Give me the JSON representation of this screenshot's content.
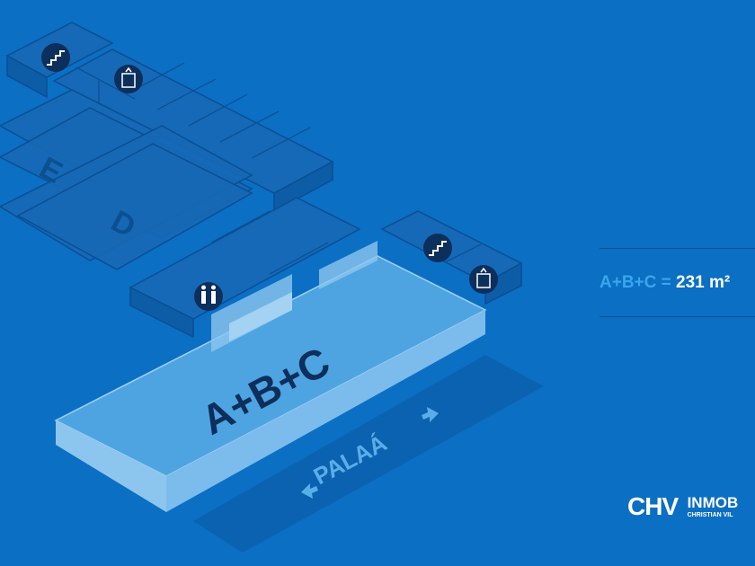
{
  "plan": {
    "labels": {
      "e": "E",
      "d": "D",
      "abc": "A+B+C",
      "street": "PALAÁ"
    },
    "icons": [
      "stairs-icon",
      "elevator-icon",
      "restroom-icon",
      "stairs-icon",
      "elevator-icon"
    ]
  },
  "area": {
    "formula": "A+B+C =",
    "value": "231 m²"
  },
  "logo": {
    "brand": "CHV",
    "name": "INMOB",
    "subtitle": "CHRISTIAN VIL"
  },
  "colors": {
    "background": "#0b6fc4",
    "highlight": "#5aaee6",
    "accent": "#3aa6ec",
    "dark": "#0d2f5c"
  }
}
